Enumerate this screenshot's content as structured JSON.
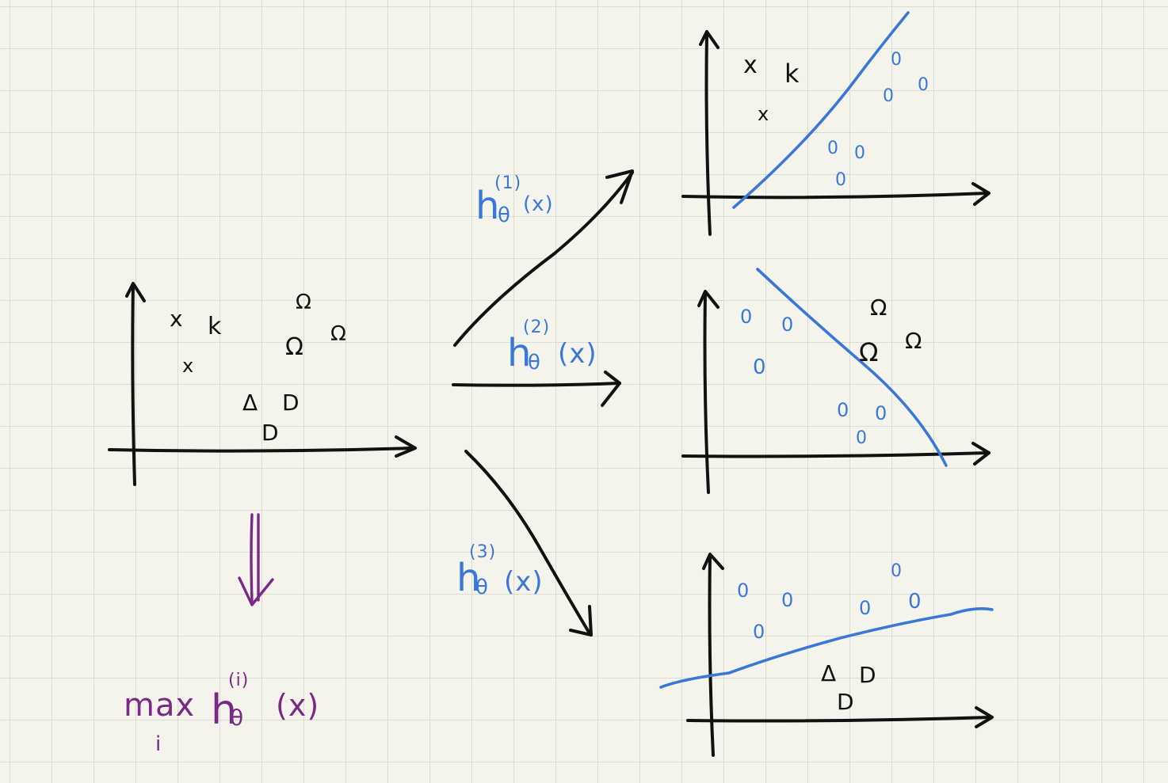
{
  "colors": {
    "paper": "#f4f4ec",
    "grid": "#d9dcd3",
    "ink": "#111111",
    "classifier": "#3a78d8",
    "result": "#7a2a86"
  },
  "source": {
    "marks_x": [
      "x",
      "k",
      "x"
    ],
    "marks_square": [
      "Ω",
      "Ω",
      "Ω"
    ],
    "marks_triangle": [
      "Δ",
      "D",
      "D"
    ]
  },
  "classifiers": [
    {
      "h": "h",
      "sub": "θ",
      "sup": "(1)",
      "arg": "(x)"
    },
    {
      "h": "h",
      "sub": "θ",
      "sup": "(2)",
      "arg": "(x)"
    },
    {
      "h": "h",
      "sub": "θ",
      "sup": "(3)",
      "arg": "(x)"
    }
  ],
  "plots": [
    {
      "positive": [
        "x",
        "k",
        "x"
      ],
      "negative": [
        "0",
        "0",
        "0",
        "0",
        "0",
        "0"
      ]
    },
    {
      "positive": [
        "Ω",
        "Ω",
        "Ω"
      ],
      "negative": [
        "0",
        "0",
        "0",
        "0",
        "0",
        "0"
      ]
    },
    {
      "positive": [
        "Δ",
        "D",
        "D"
      ],
      "negative": [
        "0",
        "0",
        "0",
        "0",
        "0",
        "0"
      ]
    }
  ],
  "result": {
    "op": "max",
    "index": "i",
    "h": "h",
    "sub": "θ",
    "sup": "(i)",
    "arg": "(x)"
  }
}
